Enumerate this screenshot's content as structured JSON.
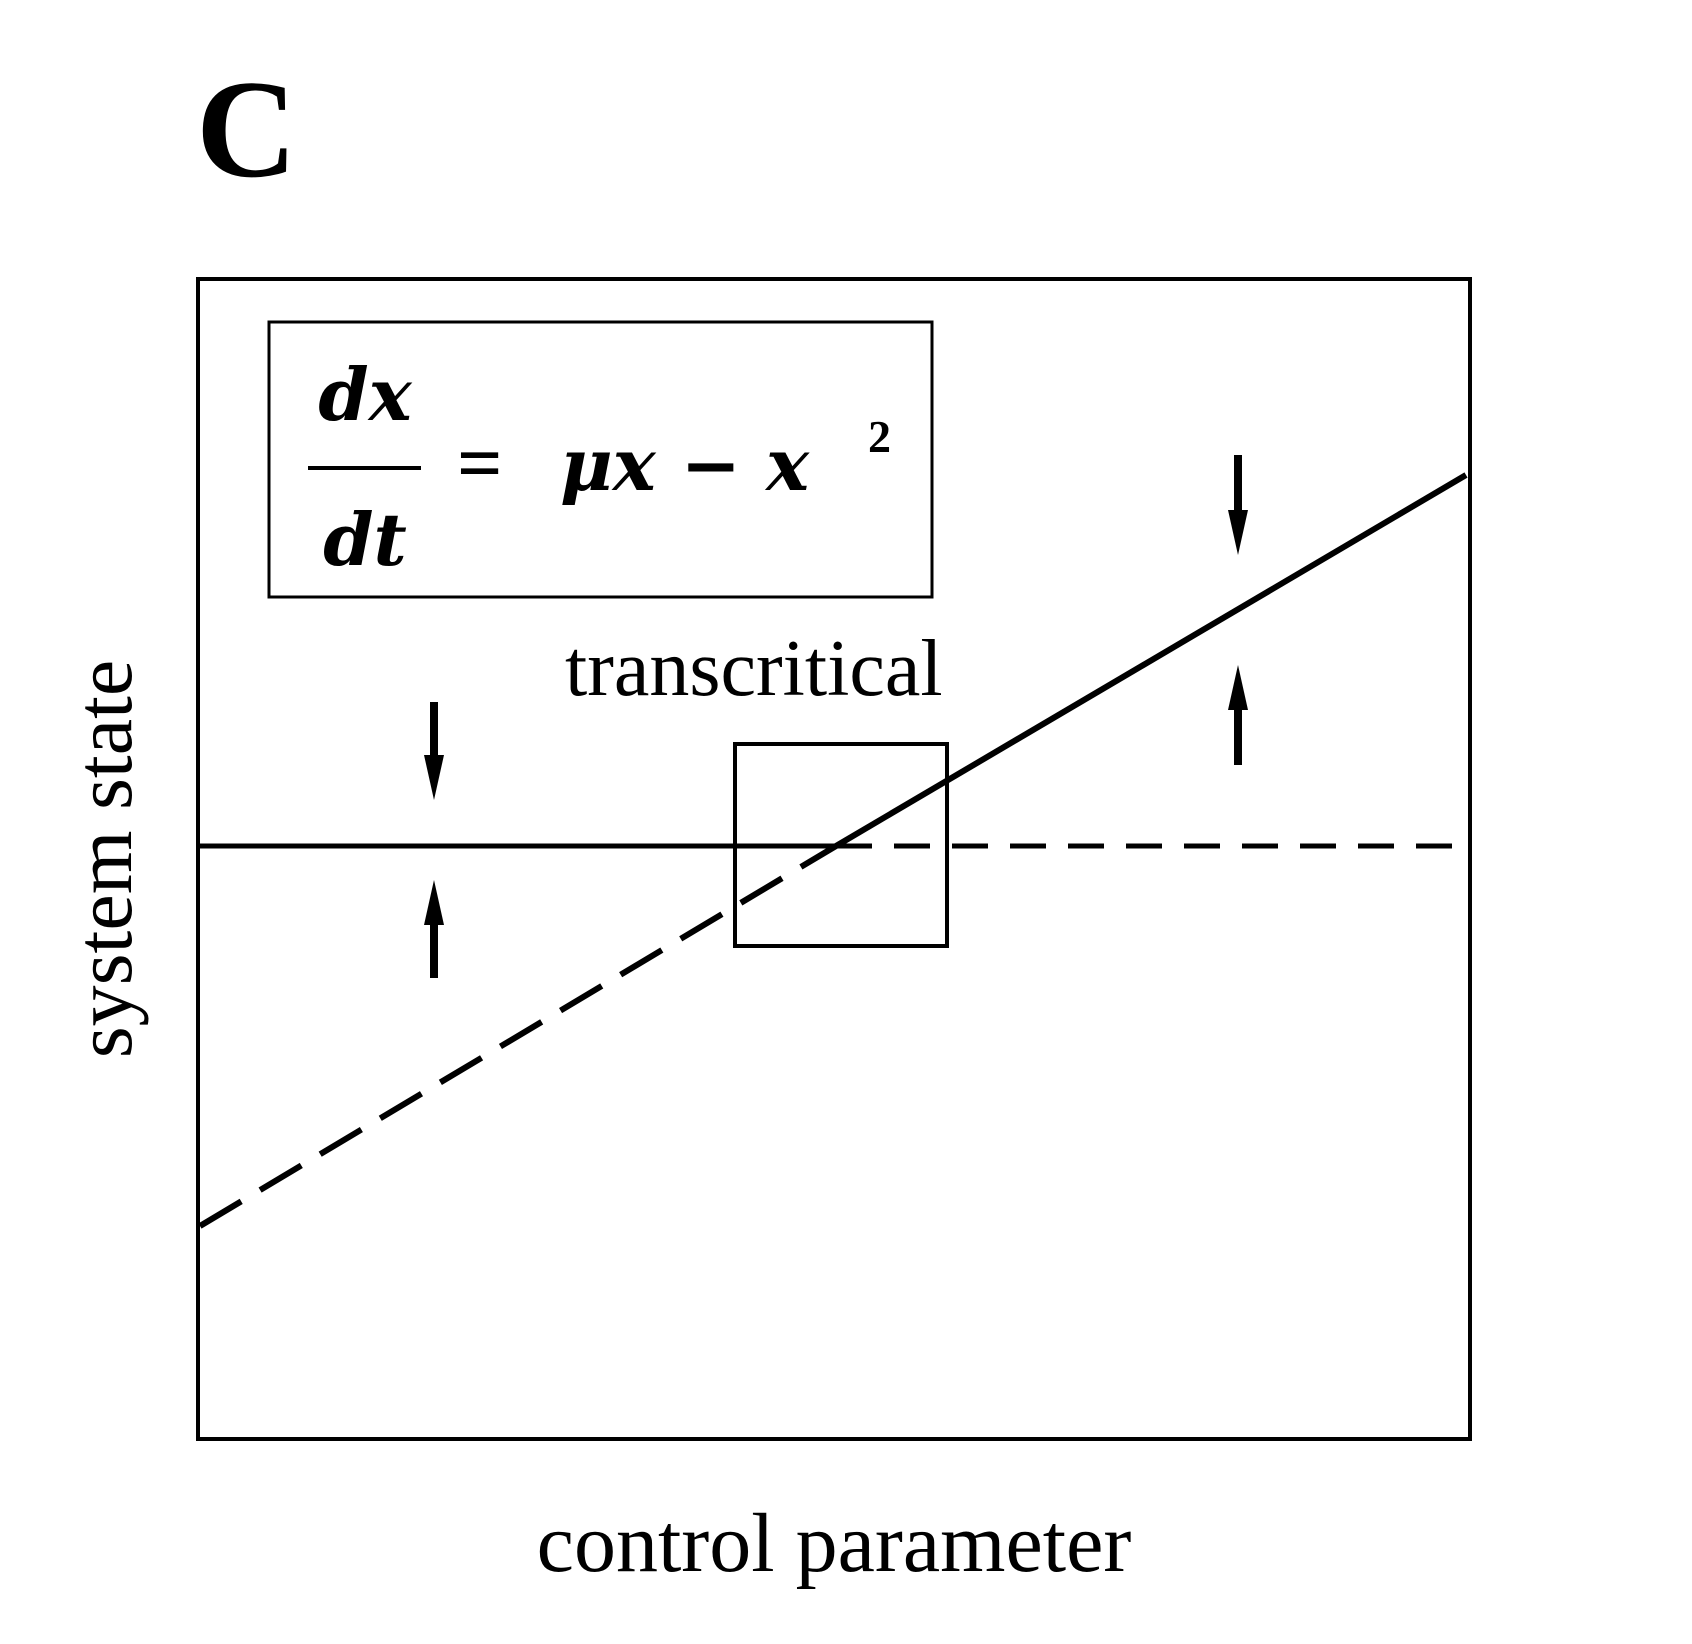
{
  "panel_label": "C",
  "equation": {
    "numerator": "dx",
    "denominator": "dt",
    "equals": "=",
    "rhs": "μx − x",
    "exponent": "2"
  },
  "bifurcation_label": "transcritical",
  "axes": {
    "xlabel": "control parameter",
    "ylabel": "system state"
  },
  "diagram": {
    "type": "transcritical bifurcation",
    "branches": [
      {
        "name": "x = 0",
        "stable_for": "μ < 0",
        "unstable_for": "μ > 0"
      },
      {
        "name": "x = μ",
        "stable_for": "μ > 0",
        "unstable_for": "μ < 0"
      }
    ],
    "line_styles": {
      "stable": "solid",
      "unstable": "dashed"
    },
    "colors": {
      "ink": "#000000",
      "background": "#ffffff"
    }
  }
}
